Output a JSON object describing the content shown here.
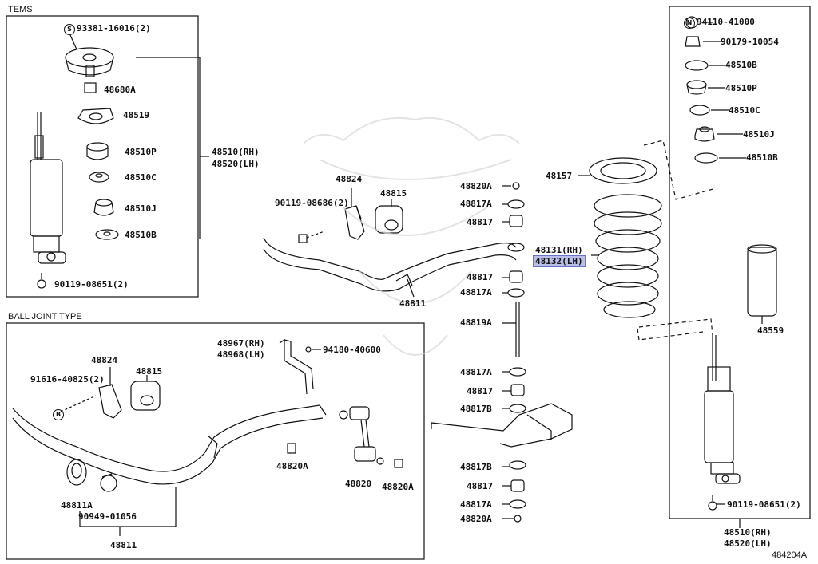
{
  "sections": {
    "tems": "TEMS",
    "ball_joint_type": "BALL JOINT TYPE"
  },
  "diagram_code": "484204A",
  "badges": {
    "s": "S",
    "n": "N",
    "b": "B"
  },
  "labels": {
    "p93381": "93381-16016(2)",
    "p48680A": "48680A",
    "p48519": "48519",
    "p48510P_l": "48510P",
    "p48510C_l": "48510C",
    "p48510J_l": "48510J",
    "p48510B_l": "48510B",
    "p90119_l": "90119-08651(2)",
    "p48510rh_m": "48510(RH)",
    "p48520lh_m": "48520(LH)",
    "p90119_08686": "90119-08686(2)",
    "p48824_t": "48824",
    "p48815_t": "48815",
    "p48811_t": "48811",
    "p48820A_c": "48820A",
    "p48817A_1": "48817A",
    "p48817_1": "48817",
    "p48817_2": "48817",
    "p48817A_2": "48817A",
    "p48819A": "48819A",
    "p48817A_3": "48817A",
    "p48817_3": "48817",
    "p48817B_1": "48817B",
    "p48817B_2": "48817B",
    "p48817_4": "48817",
    "p48817A_4": "48817A",
    "p48820A_bot": "48820A",
    "p48157": "48157",
    "p48131": "48131(RH)",
    "p48132": "48132(LH)",
    "p94110": "94110-41000",
    "p90179": "90179-10054",
    "p48510B_r1": "48510B",
    "p48510P_r": "48510P",
    "p48510C_r": "48510C",
    "p48510J_r": "48510J",
    "p48510B_r2": "48510B",
    "p48559": "48559",
    "p90119_r": "90119-08651(2)",
    "p48510rh_b": "48510(RH)",
    "p48520lh_b": "48520(LH)",
    "p48967": "48967(RH)",
    "p48968": "48968(LH)",
    "p94180": "94180-40600",
    "p91616": "91616-40825(2)",
    "p48824_b": "48824",
    "p48815_b": "48815",
    "p48820A_b1": "48820A",
    "p48820": "48820",
    "p48820A_b2": "48820A",
    "p48811A": "48811A",
    "p90949": "90949-01056",
    "p48811_b": "48811"
  },
  "highlight": "p48132"
}
